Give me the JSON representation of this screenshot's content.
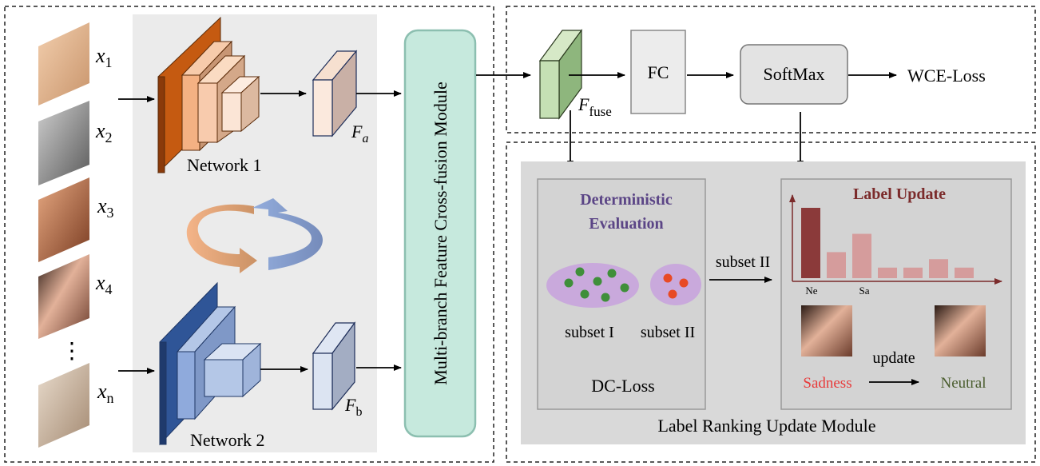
{
  "inputs": {
    "labels_prefix": "x",
    "subscripts": [
      "1",
      "2",
      "3",
      "4",
      "n"
    ],
    "ellipsis": "⋮"
  },
  "networks": {
    "net1_label": "Network 1",
    "net2_label": "Network 2",
    "fa_main": "F",
    "fa_sub": "a",
    "fb_main": "F",
    "fb_sub": "b"
  },
  "fusion_module_label": "Multi-branch Feature Cross-fusion Module",
  "classifier": {
    "ffuse_main": "F",
    "ffuse_sub": "fuse",
    "fc_label": "FC",
    "softmax_label": "SoftMax",
    "loss_label": "WCE-Loss"
  },
  "deterministic": {
    "title_line1": "Deterministic",
    "title_line2": "Evaluation",
    "subset1_label": "subset I",
    "subset2_label": "subset II",
    "loss_label": "DC-Loss",
    "arrow_label": "subset II"
  },
  "label_update": {
    "title": "Label Update",
    "tick_ne": "Ne",
    "tick_sa": "Sa",
    "bar_levels": [
      1.0,
      0.37,
      0.63,
      0.15,
      0.15,
      0.27,
      0.15
    ],
    "from_label": "Sadness",
    "update_label": "update",
    "to_label": "Neutral"
  },
  "module_label": "Label Ranking Update Module",
  "colors": {
    "net1_dark": "#a0460e",
    "net2_dark": "#2f5597",
    "fusion_fill": "#c6e9dd",
    "fusion_stroke": "#8cbfb0",
    "deterministic_title": "#5b4586",
    "label_update_title": "#7b2b2b",
    "bar_first": "#8b3a3a",
    "bar_rest": "#d59c9c",
    "sadness": "#e83a3a",
    "neutral": "#4a5d2e",
    "dot_green": "#3f8f3a",
    "dot_red": "#e84a25",
    "ellipse": "#c9a9dc"
  }
}
